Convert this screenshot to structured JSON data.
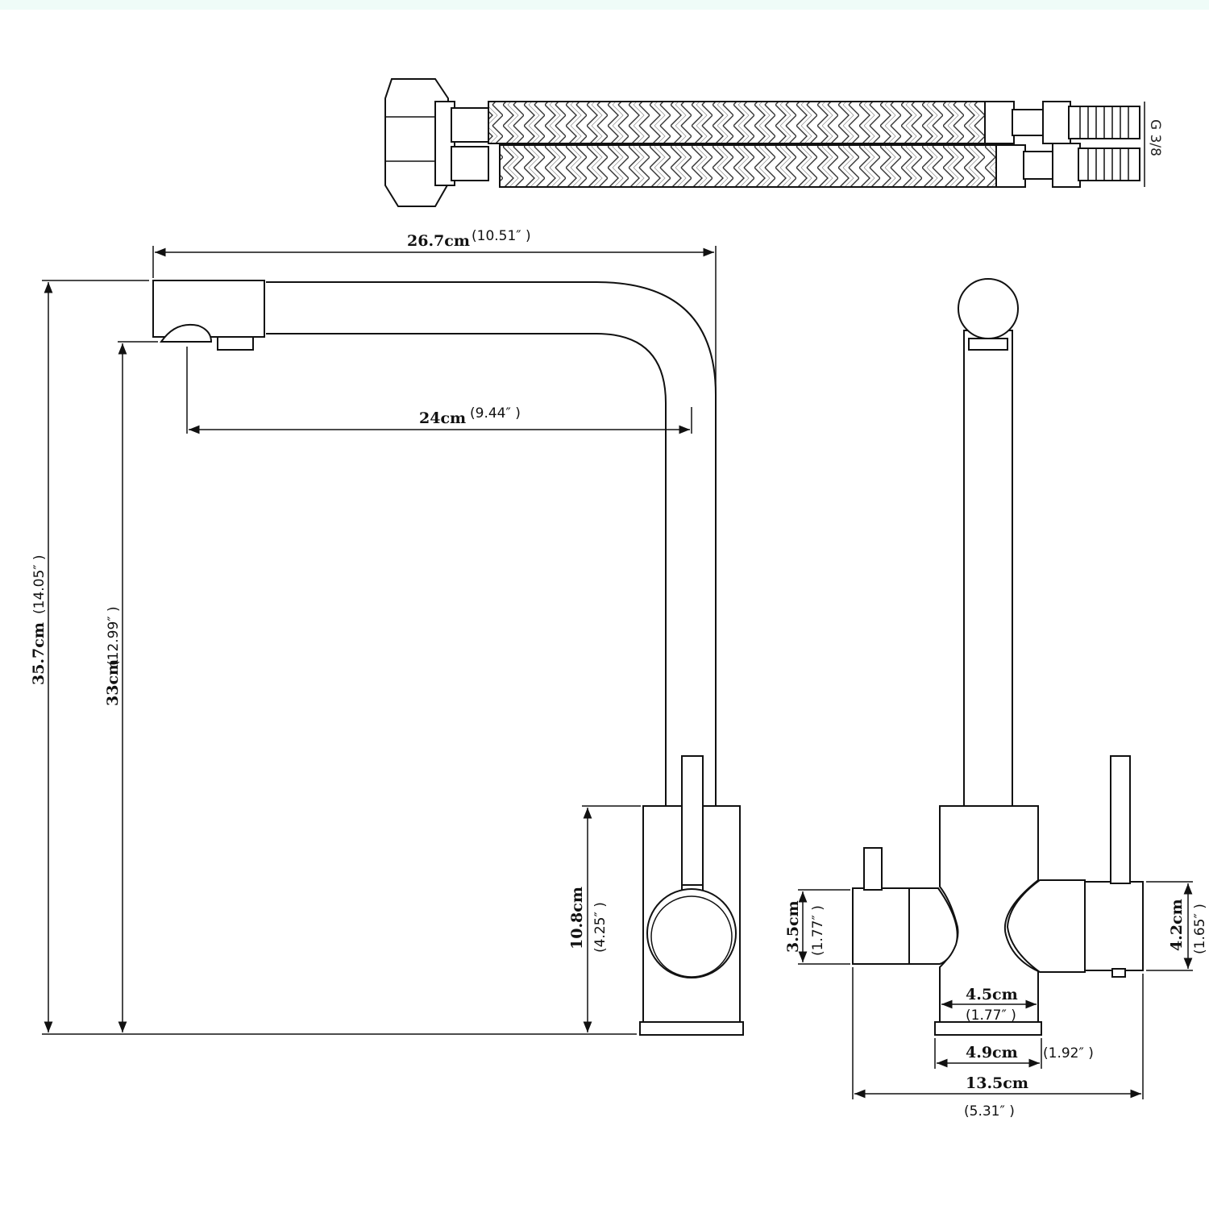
{
  "hose": {
    "thread_label": "G 3/8"
  },
  "side_view": {
    "overall_width": {
      "cm": "26.7cm",
      "inch": "(10.51″ )"
    },
    "spout_reach": {
      "cm": "24cm",
      "inch": "(9.44″ )"
    },
    "overall_height": {
      "cm": "35.7cm",
      "inch": "(14.05″ )"
    },
    "spout_height": {
      "cm": "33cm",
      "inch": "(12.99″ )"
    },
    "body_height": {
      "cm": "10.8cm",
      "inch": "(4.25″ )"
    }
  },
  "front_view": {
    "left_handle_height": {
      "cm": "3.5cm",
      "inch": "(1.77″ )"
    },
    "right_handle_height": {
      "cm": "4.2cm",
      "inch": "(1.65″ )"
    },
    "body_width": {
      "cm": "4.5cm",
      "inch": "(1.77″ )"
    },
    "base_width": {
      "cm": "4.9cm",
      "inch": "(1.92″ )"
    },
    "overall_width": {
      "cm": "13.5cm",
      "inch": "(5.31″ )"
    }
  },
  "colors": {
    "line": "#111111",
    "top_band": "#effcf8"
  }
}
